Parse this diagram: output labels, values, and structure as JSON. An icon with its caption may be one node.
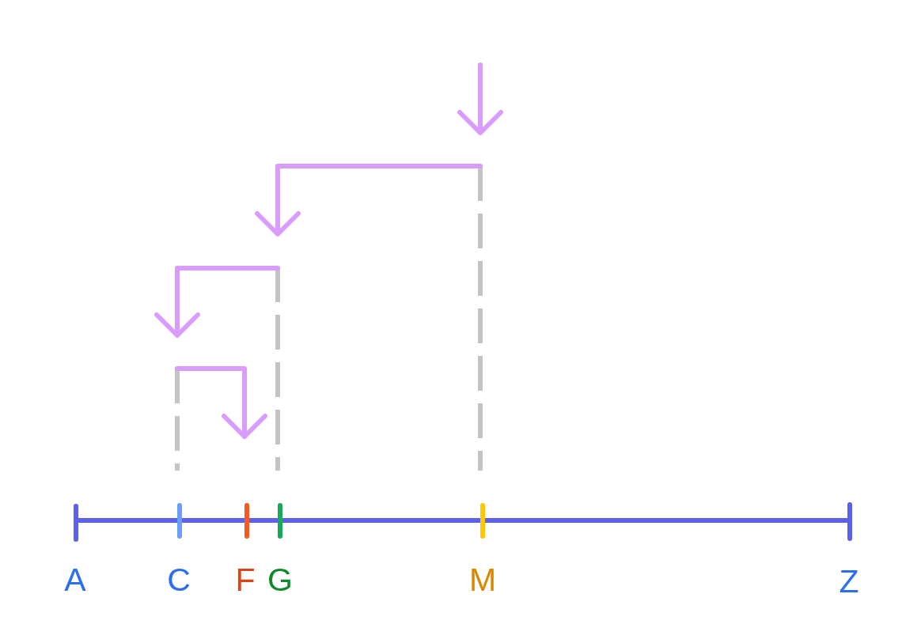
{
  "diagram": {
    "labels": [
      "A",
      "C",
      "F",
      "G",
      "M",
      "Z"
    ]
  }
}
